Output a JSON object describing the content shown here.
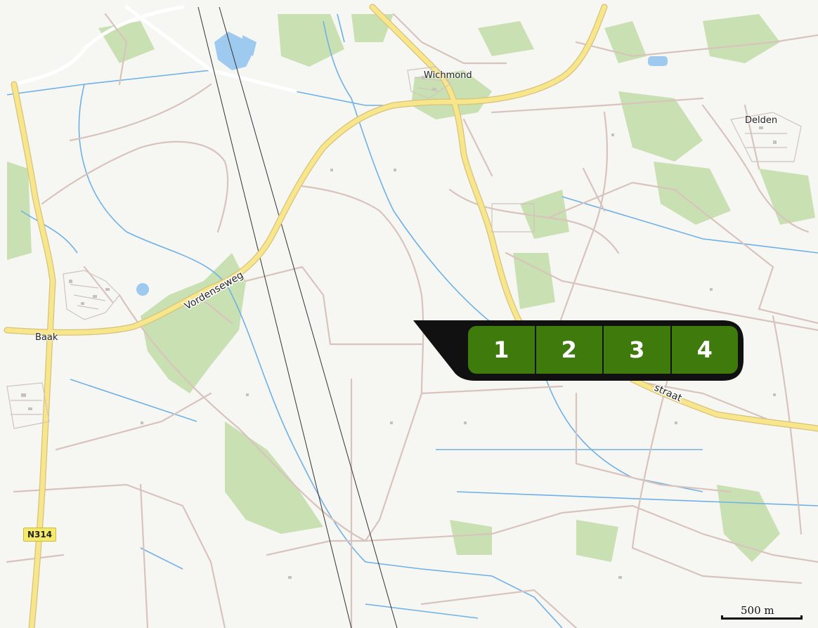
{
  "places": {
    "wichmond": "Wichmond",
    "delden": "Delden",
    "baak": "Baak"
  },
  "roads": {
    "vordenseweg": "Vordenseweg",
    "straat": "straat",
    "shield": "N314"
  },
  "buttons": [
    {
      "label": "1"
    },
    {
      "label": "2"
    },
    {
      "label": "3"
    },
    {
      "label": "4"
    }
  ],
  "scale": {
    "label": "500 m"
  },
  "colors": {
    "button_green": "#3f7a0d",
    "main_road": "#f8e58a",
    "forest": "#c7dfb0",
    "water": "#8dc0ea"
  }
}
